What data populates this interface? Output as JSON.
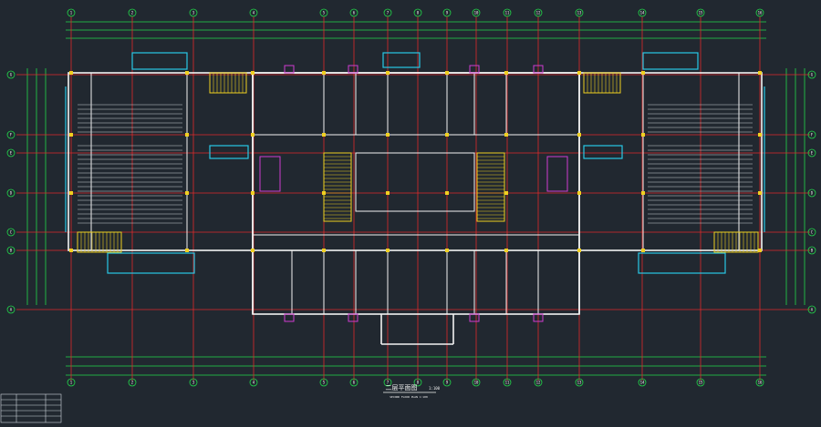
{
  "drawing": {
    "title": "二层平面图",
    "scale": "1:100",
    "subtitle": "SECOND FLOOR PLAN 1:100"
  },
  "grid_labels": {
    "top": [
      "1",
      "2",
      "3",
      "4",
      "5",
      "6",
      "7",
      "8",
      "9",
      "10",
      "11",
      "12",
      "13",
      "14",
      "15",
      "16"
    ],
    "bottom": [
      "1",
      "2",
      "3",
      "4",
      "5",
      "6",
      "7",
      "8",
      "9",
      "10",
      "11",
      "12",
      "13",
      "14",
      "15",
      "16"
    ],
    "left": [
      "G",
      "F",
      "E",
      "D",
      "C",
      "B",
      "A"
    ],
    "right": [
      "G",
      "F",
      "E",
      "D",
      "C",
      "B",
      "A"
    ]
  },
  "colors": {
    "background": "#212830",
    "axis": "#e02a2a",
    "wall": "#f2f2f2",
    "dimension": "#22d84a",
    "window": "#28c8e6",
    "stair": "#f0d020",
    "fixture": "#d03cd0"
  }
}
